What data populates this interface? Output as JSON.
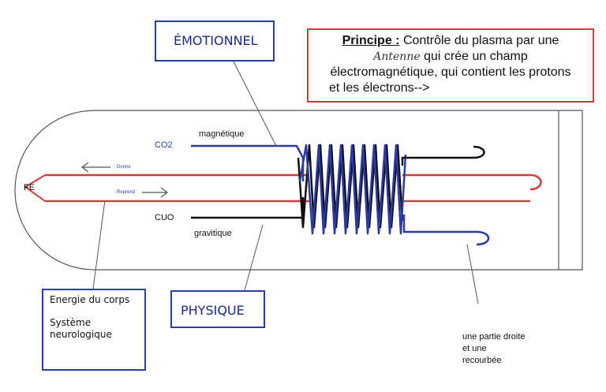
{
  "labels": {
    "emotionnel": "ÉMOTIONNEL",
    "physique": "PHYSIQUE",
    "principe_title": "Principe :",
    "principe_line1_rest": "Contrôle du plasma par une",
    "principe_antenne": "Antenne",
    "principe_line2_rest": "qui crée un champ",
    "principe_line3": "électromagnétique, qui contient les protons",
    "principe_line4": "et les électrons-->",
    "energie": "Energie du corps",
    "systeme": "Système neurologique",
    "magnetique": "magnétique",
    "gravitique": "gravitique",
    "co2": "CO2",
    "cuo": "CUO",
    "fe": "FE",
    "donne": "Donne",
    "reprend": "Reprend",
    "partie": "une partie droite et une recourbée"
  },
  "colors": {
    "blue": "#2b3aa6",
    "red": "#d43a3a",
    "black": "#111111",
    "outline": "#555555"
  }
}
